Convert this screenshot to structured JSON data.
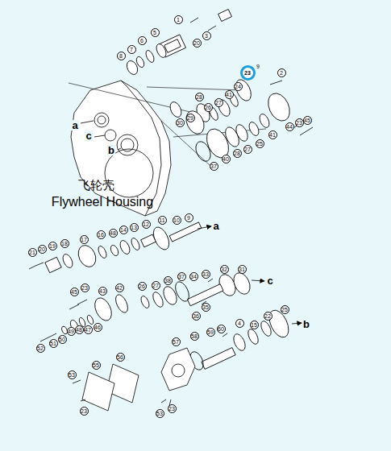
{
  "diagram": {
    "labels": [
      "1",
      "3",
      "20",
      "5",
      "6",
      "7",
      "8",
      "23",
      "9",
      "2",
      "24",
      "41",
      "27",
      "26",
      "28",
      "29",
      "30",
      "44",
      "23",
      "45",
      "41",
      "25",
      "27",
      "28",
      "40",
      "37",
      "a",
      "c",
      "b",
      "飞轮壳",
      "Flywheel Housing",
      "a",
      "9",
      "10",
      "11",
      "12",
      "13",
      "14",
      "48",
      "16",
      "17",
      "18",
      "19",
      "20",
      "21",
      "33",
      "32",
      "31",
      "c",
      "34",
      "37",
      "38",
      "27",
      "26",
      "42",
      "43",
      "23",
      "45",
      "35",
      "36",
      "49",
      "48",
      "47",
      "46",
      "50",
      "51",
      "52",
      "25",
      "22",
      "15",
      "4",
      "60",
      "59",
      "58",
      "57",
      "b",
      "56",
      "55",
      "53",
      "23",
      "53",
      "23"
    ]
  }
}
